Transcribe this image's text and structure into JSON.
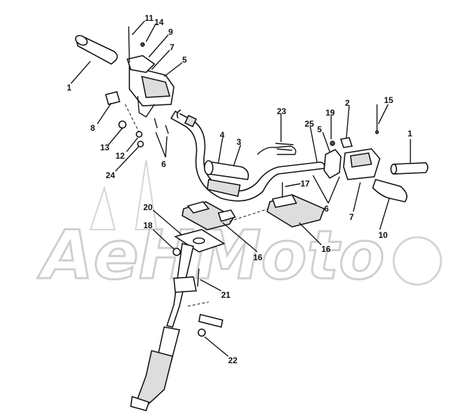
{
  "watermark": {
    "text": "AeHMoto"
  },
  "callouts": [
    {
      "id": "c1a",
      "label": "1"
    },
    {
      "id": "c11",
      "label": "11"
    },
    {
      "id": "c14",
      "label": "14"
    },
    {
      "id": "c9",
      "label": "9"
    },
    {
      "id": "c7a",
      "label": "7"
    },
    {
      "id": "c5a",
      "label": "5"
    },
    {
      "id": "c8",
      "label": "8"
    },
    {
      "id": "c13",
      "label": "13"
    },
    {
      "id": "c12",
      "label": "12"
    },
    {
      "id": "c24",
      "label": "24"
    },
    {
      "id": "c6a",
      "label": "6"
    },
    {
      "id": "c4",
      "label": "4"
    },
    {
      "id": "c3",
      "label": "3"
    },
    {
      "id": "c23",
      "label": "23"
    },
    {
      "id": "c25",
      "label": "25"
    },
    {
      "id": "c19",
      "label": "19"
    },
    {
      "id": "c5b",
      "label": "5"
    },
    {
      "id": "c2",
      "label": "2"
    },
    {
      "id": "c15",
      "label": "15"
    },
    {
      "id": "c1b",
      "label": "1"
    },
    {
      "id": "c17",
      "label": "17"
    },
    {
      "id": "c6b",
      "label": "6"
    },
    {
      "id": "c7b",
      "label": "7"
    },
    {
      "id": "c10",
      "label": "10"
    },
    {
      "id": "c20",
      "label": "20"
    },
    {
      "id": "c18",
      "label": "18"
    },
    {
      "id": "c16a",
      "label": "16"
    },
    {
      "id": "c16b",
      "label": "16"
    },
    {
      "id": "c21",
      "label": "21"
    },
    {
      "id": "c22",
      "label": "22"
    }
  ]
}
